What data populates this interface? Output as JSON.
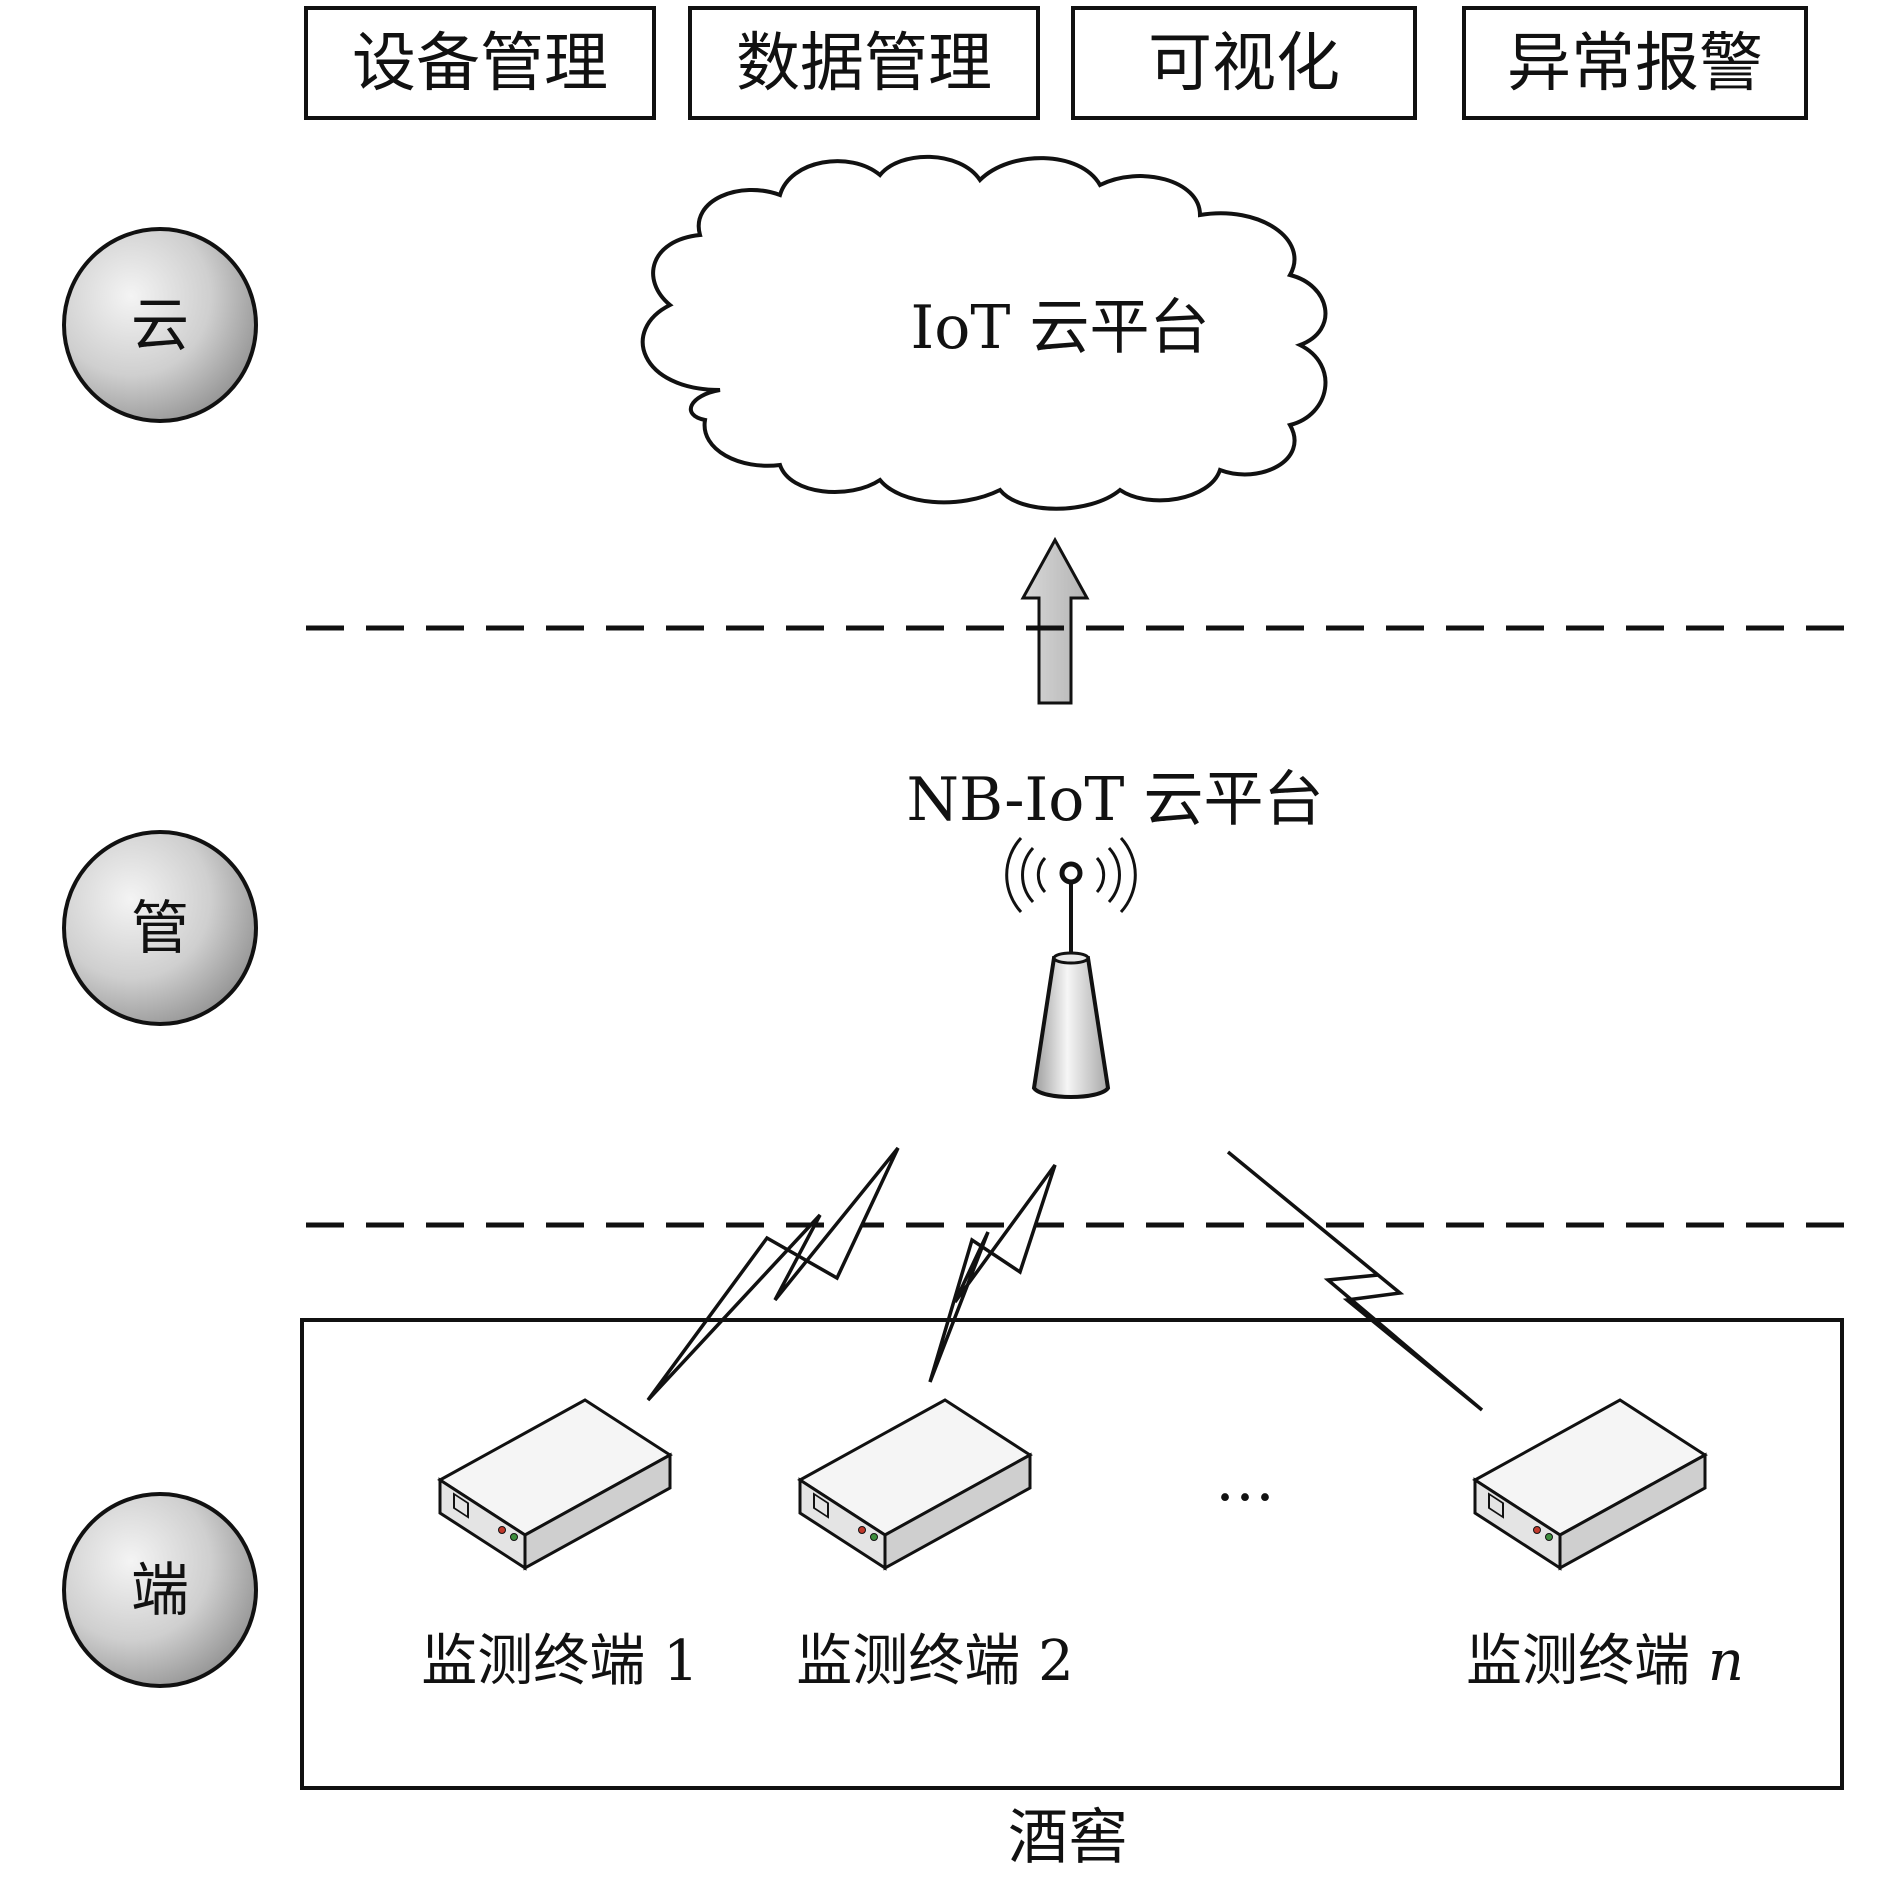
{
  "function_modules": [
    {
      "label": "设备管理"
    },
    {
      "label": "数据管理"
    },
    {
      "label": "可视化"
    },
    {
      "label": "异常报警"
    }
  ],
  "layers": [
    {
      "label": "云"
    },
    {
      "label": "管"
    },
    {
      "label": "端"
    }
  ],
  "cloud": {
    "label": "IoT 云平台"
  },
  "base_station": {
    "label": "NB-IoT 云平台"
  },
  "terminals": [
    {
      "label_prefix": "监测终端 ",
      "label_index": "1",
      "index_italic": false
    },
    {
      "label_prefix": "监测终端 ",
      "label_index": "2",
      "index_italic": false
    },
    {
      "label_prefix": "监测终端 ",
      "label_index": "n",
      "index_italic": true
    }
  ],
  "ellipsis": {
    "text": "…"
  },
  "site": {
    "label": "酒窖"
  },
  "colors": {
    "stroke": "#111111",
    "layer_fill_light": "#f2f2f2",
    "layer_fill_dark": "#9a9a9a",
    "arrow_fill": "#c8c8c8",
    "device_top": "#f4f4f4",
    "device_side": "#dcdcdc"
  }
}
